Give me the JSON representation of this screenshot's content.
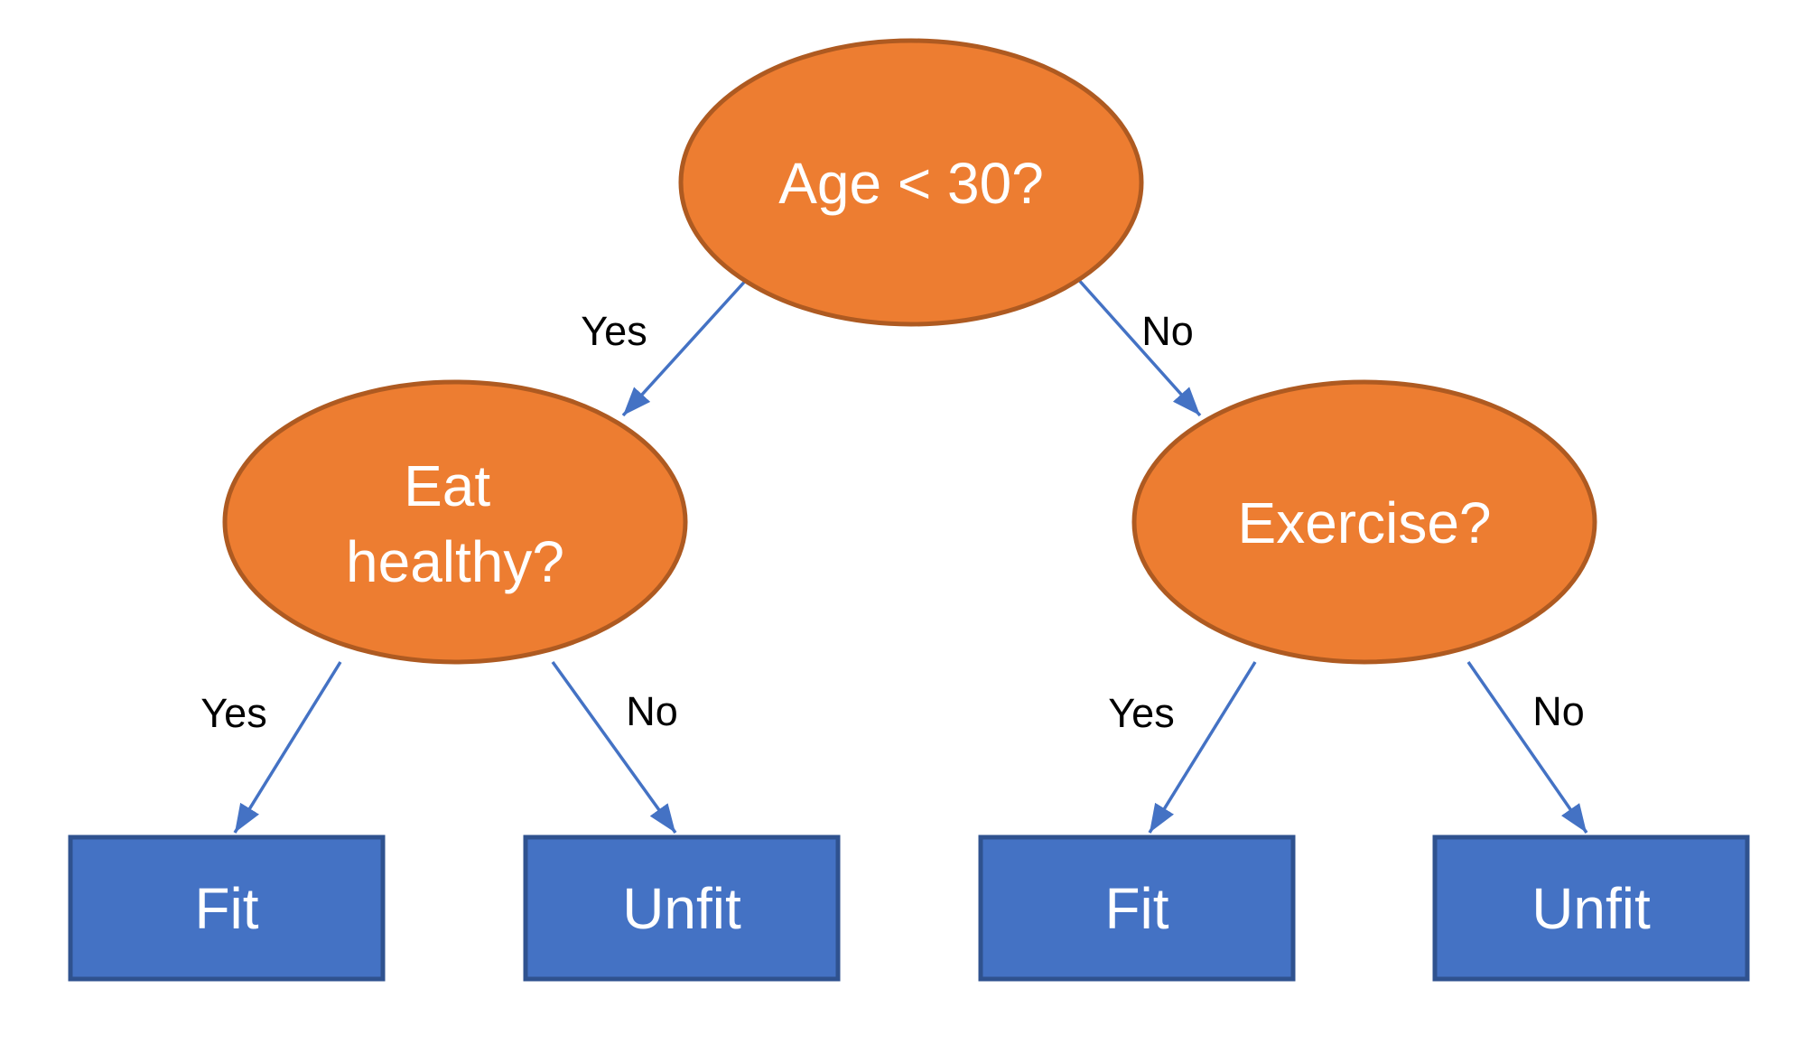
{
  "diagram": {
    "type": "decision-tree",
    "background_color": "#FFFFFF",
    "colors": {
      "decision_node_fill": "#ED7D31",
      "decision_node_border": "#AE5A21",
      "leaf_node_fill": "#4472C4",
      "leaf_node_border": "#2F528F",
      "connector": "#4472C4",
      "node_text": "#FFFFFF",
      "edge_label_text": "#000000"
    },
    "nodes": {
      "root": {
        "label": "Age < 30?"
      },
      "eat_healthy": {
        "label": "Eat healthy?",
        "lines": [
          "Eat",
          "healthy?"
        ]
      },
      "exercise": {
        "label": "Exercise?"
      }
    },
    "leaves": {
      "fit_left": {
        "label": "Fit"
      },
      "unfit_left": {
        "label": "Unfit"
      },
      "fit_right": {
        "label": "Fit"
      },
      "unfit_right": {
        "label": "Unfit"
      }
    },
    "edges": [
      {
        "from": "root",
        "to": "eat_healthy",
        "label": "Yes"
      },
      {
        "from": "root",
        "to": "exercise",
        "label": "No"
      },
      {
        "from": "eat_healthy",
        "to": "fit_left",
        "label": "Yes"
      },
      {
        "from": "eat_healthy",
        "to": "unfit_left",
        "label": "No"
      },
      {
        "from": "exercise",
        "to": "fit_right",
        "label": "Yes"
      },
      {
        "from": "exercise",
        "to": "unfit_right",
        "label": "No"
      }
    ]
  }
}
